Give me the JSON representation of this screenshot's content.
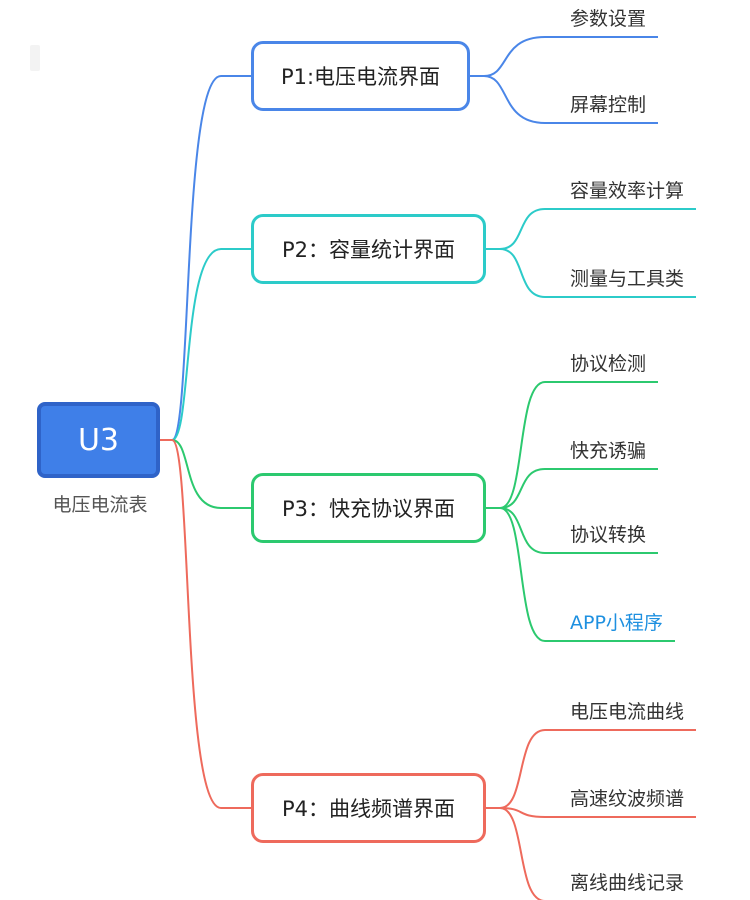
{
  "root": {
    "label": "U3",
    "caption": "电压电流表",
    "color": "#3f7fe8"
  },
  "branches": [
    {
      "label": "P1:电压电流界面",
      "color": "#4a86e8",
      "leaves": [
        {
          "label": "参数设置"
        },
        {
          "label": "屏幕控制"
        }
      ]
    },
    {
      "label": "P2：容量统计界面",
      "color": "#2ccbc9",
      "leaves": [
        {
          "label": "容量效率计算"
        },
        {
          "label": "测量与工具类"
        }
      ]
    },
    {
      "label": "P3：快充协议界面",
      "color": "#2cc96f",
      "leaves": [
        {
          "label": "协议检测"
        },
        {
          "label": "快充诱骗"
        },
        {
          "label": "协议转换"
        },
        {
          "label": "APP小程序",
          "highlight": "#1e90e0"
        }
      ]
    },
    {
      "label": "P4：曲线频谱界面",
      "color": "#ee6a5c",
      "leaves": [
        {
          "label": "电压电流曲线"
        },
        {
          "label": "高速纹波频谱"
        },
        {
          "label": "离线曲线记录"
        }
      ]
    }
  ]
}
